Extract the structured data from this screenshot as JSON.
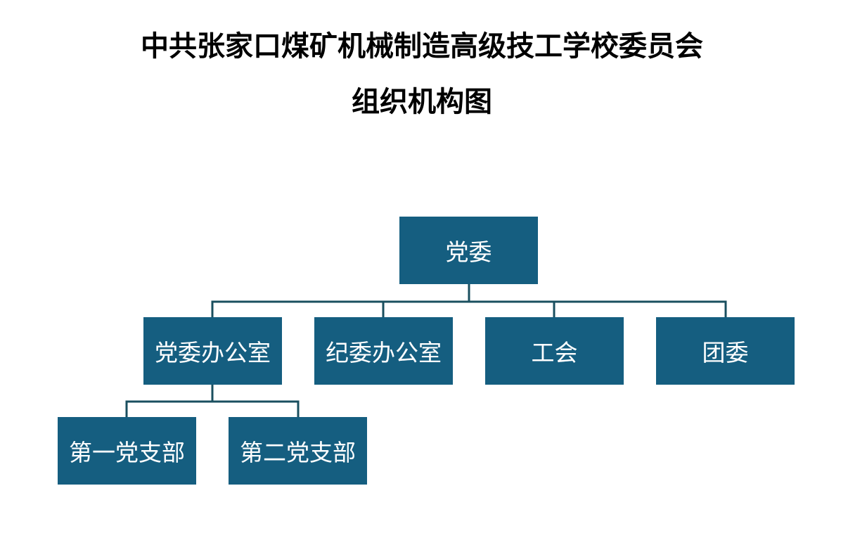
{
  "title": {
    "line1": "中共张家口煤矿机械制造高级技工学校委员会",
    "line2": "组织机构图"
  },
  "nodes": {
    "root": "党委",
    "party_office": "党委办公室",
    "discipline_office": "纪委办公室",
    "union": "工会",
    "youth_league": "团委",
    "first_branch": "第一党支部",
    "second_branch": "第二党支部"
  },
  "colors": {
    "node_fill": "#155e80",
    "node_text": "#ffffff",
    "connector": "#1a4f5f",
    "title_text": "#000000"
  }
}
